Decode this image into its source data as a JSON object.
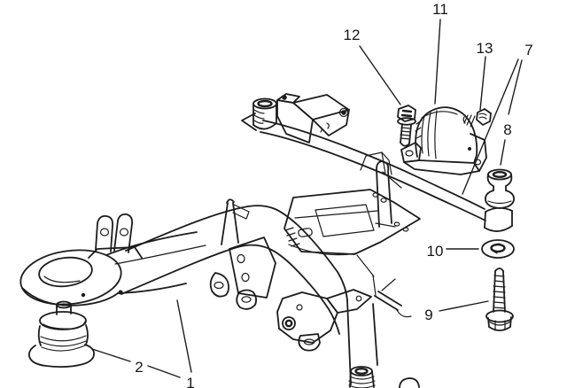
{
  "colors": {
    "ink": "#1c1c1c",
    "background": "#ffffff"
  },
  "callouts": [
    {
      "label": "1",
      "part": "crossmember"
    },
    {
      "label": "2",
      "part": "crossmember-bushing"
    },
    {
      "label": "7",
      "part": "support-bar"
    },
    {
      "label": "8",
      "part": "upper-insulator-bushing"
    },
    {
      "label": "9",
      "part": "mount-bolt"
    },
    {
      "label": "10",
      "part": "washer"
    },
    {
      "label": "11",
      "part": "transmission-mount"
    },
    {
      "label": "12",
      "part": "mount-bolt-large"
    },
    {
      "label": "13",
      "part": "mount-screw"
    }
  ]
}
